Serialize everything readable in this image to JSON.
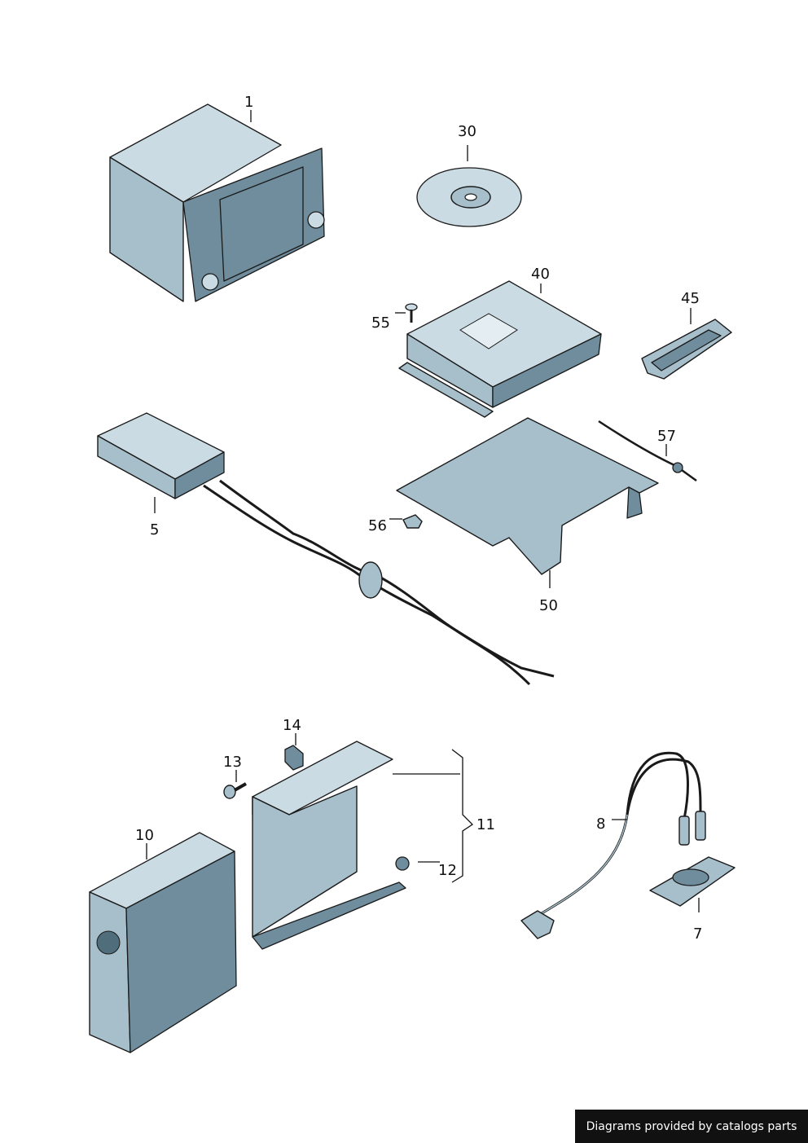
{
  "parts": [
    {
      "id": "1",
      "name": "part-1-navigation-radio"
    },
    {
      "id": "30",
      "name": "part-30-cd"
    },
    {
      "id": "40",
      "name": "part-40-control-unit"
    },
    {
      "id": "45",
      "name": "part-45-remote-control"
    },
    {
      "id": "55",
      "name": "part-55-screw"
    },
    {
      "id": "5",
      "name": "part-5-tuner-module"
    },
    {
      "id": "57",
      "name": "part-57-cable-tie"
    },
    {
      "id": "56",
      "name": "part-56-nut"
    },
    {
      "id": "50",
      "name": "part-50-bracket"
    },
    {
      "id": "14",
      "name": "part-14-clip"
    },
    {
      "id": "13",
      "name": "part-13-bolt"
    },
    {
      "id": "11",
      "name": "part-11-holder"
    },
    {
      "id": "10",
      "name": "part-10-amplifier"
    },
    {
      "id": "12",
      "name": "part-12-nut"
    },
    {
      "id": "8",
      "name": "part-8-adapter-cable"
    },
    {
      "id": "7",
      "name": "part-7-socket"
    }
  ],
  "credit": "Diagrams provided by catalogs parts",
  "colors": {
    "part_fill": "#a7bfcb",
    "outline": "#1a1a1a",
    "credit_bg": "#111111"
  }
}
